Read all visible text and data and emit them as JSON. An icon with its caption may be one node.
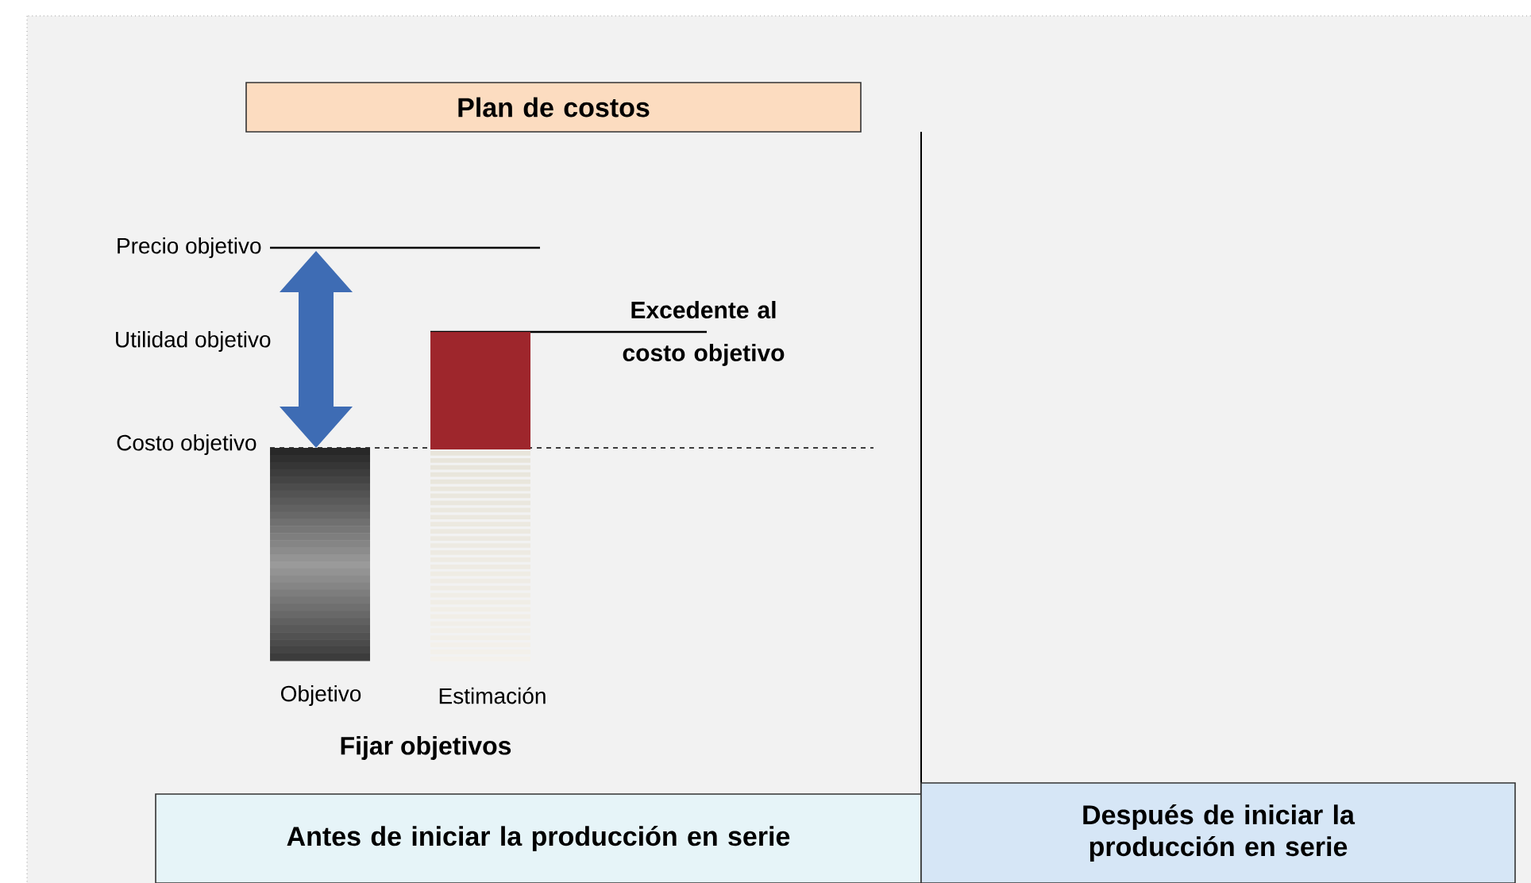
{
  "diagram": {
    "nodes": [
      {
        "text": [
          "Plan de costos"
        ]
      },
      {
        "text": [
          "Antes de iniciar la producción en serie"
        ]
      },
      {
        "text": [
          "Después de iniciar la producción en serie"
        ]
      }
    ],
    "labels": [
      "Precio objetivo",
      "Excedente  al costo objetivo",
      "Utilidad objetivo",
      "Costo objetivo",
      "Objetivo",
      "Estimación",
      "Fijar objetivos"
    ]
  }
}
